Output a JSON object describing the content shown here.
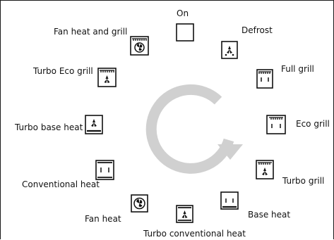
{
  "dial": {
    "title": "On",
    "modes": [
      {
        "id": "defrost",
        "label": "Defrost",
        "icon": "defrost-icon"
      },
      {
        "id": "full-grill",
        "label": "Full grill",
        "icon": "full-grill-icon"
      },
      {
        "id": "eco-grill",
        "label": "Eco grill",
        "icon": "eco-grill-icon"
      },
      {
        "id": "turbo-grill",
        "label": "Turbo grill",
        "icon": "turbo-grill-icon"
      },
      {
        "id": "base-heat",
        "label": "Base heat",
        "icon": "base-heat-icon"
      },
      {
        "id": "turbo-conventional-heat",
        "label": "Turbo conventional heat",
        "icon": "turbo-conventional-heat-icon"
      },
      {
        "id": "fan-heat",
        "label": "Fan heat",
        "icon": "fan-heat-icon"
      },
      {
        "id": "conventional-heat",
        "label": "Conventional heat",
        "icon": "conventional-heat-icon"
      },
      {
        "id": "turbo-base-heat",
        "label": "Turbo base heat",
        "icon": "turbo-base-heat-icon"
      },
      {
        "id": "turbo-eco-grill",
        "label": "Turbo Eco grill",
        "icon": "turbo-eco-grill-icon"
      },
      {
        "id": "fan-heat-and-grill",
        "label": "Fan heat and grill",
        "icon": "fan-heat-and-grill-icon"
      }
    ],
    "rotation_arrow": "clockwise-arrow-icon",
    "colors": {
      "arrow": "#d0d0d0",
      "ink": "#111111",
      "border": "#1a1a1a"
    }
  }
}
